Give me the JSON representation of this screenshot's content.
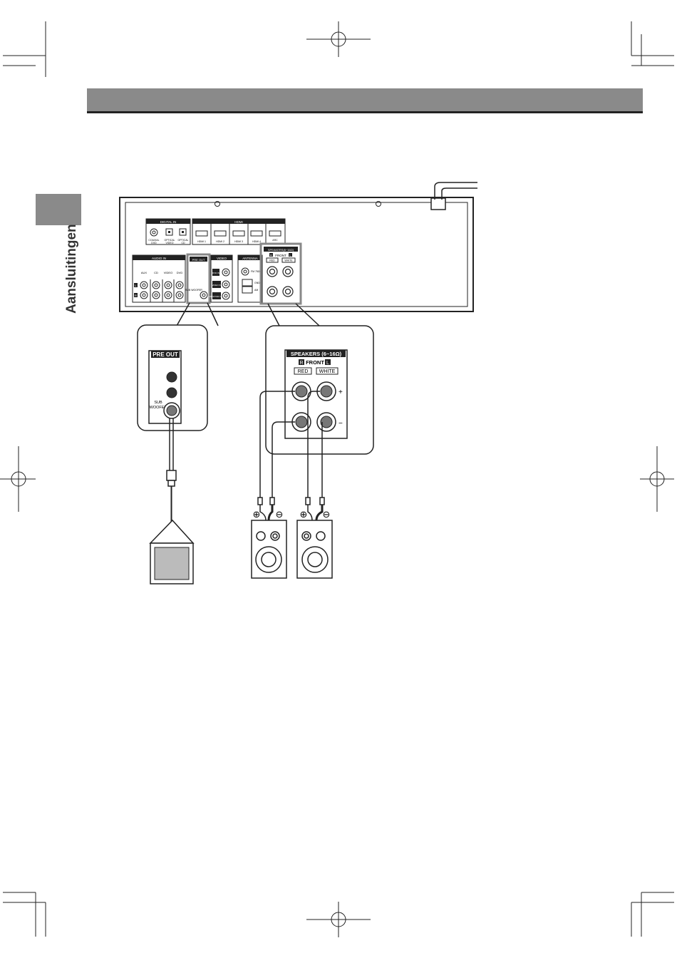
{
  "page": {
    "side_label": "Aansluitingen"
  },
  "panel": {
    "digital_in": "DIGITAL IN",
    "coaxial": "COAXIAL",
    "coaxial_sub": "DVD",
    "optical1": "OPTICAL",
    "optical1_sub": "VIDEO",
    "optical2": "OPTICAL",
    "optical2_sub": "CD",
    "hdmi": "HDMI",
    "hdmi_ports": [
      "HDMI 1",
      "HDMI 2",
      "HDMI 3",
      "HDMI 4"
    ],
    "arc": "ARC",
    "audio_in": "AUDIO IN",
    "audio_inputs": [
      "AUX",
      "CD",
      "VIDEO",
      "DVD"
    ],
    "ch_l": "L",
    "ch_r": "R",
    "pre_out": "PRE OUT",
    "sub_woofer": "SUB WOOFER",
    "video": "VIDEO",
    "dvd_in": "DVD IN",
    "video_in": "VIDEO IN",
    "monitor_out": "MONITOR OUT",
    "antenna": "ANTENNA",
    "fm": "FM 75Ω",
    "gnd": "GND",
    "am": "AM",
    "speakers": "SPEAKERS(6~16Ω)",
    "front": "FRONT",
    "red": "RED",
    "white": "WHITE"
  },
  "callout_pre": {
    "title": "PRE OUT",
    "sub_line1": "SUB",
    "sub_line2": "WOOFER"
  },
  "callout_spk": {
    "title": "SPEAKERS (6~16Ω)",
    "badge_r": "R",
    "front": "FRONT",
    "badge_l": "L",
    "red": "RED",
    "white": "WHITE",
    "plus": "+",
    "minus": "−"
  },
  "speakers": {
    "plus_symbol": "⊕",
    "minus_symbol": "⊖"
  }
}
